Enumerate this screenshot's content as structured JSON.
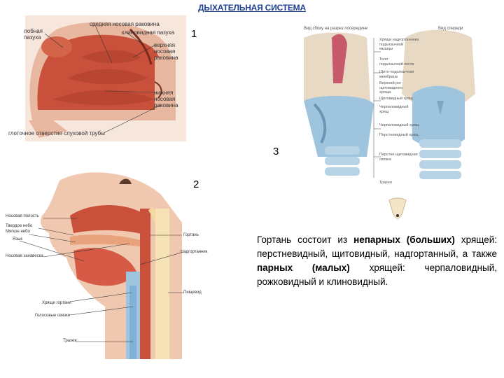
{
  "title": "ДЫХАТЕЛЬНАЯ СИСТЕМА",
  "numbers": {
    "n1": "1",
    "n2": "2",
    "n3": "3"
  },
  "fig1": {
    "labels": {
      "frontal_sinus": "лобная\nпазуха",
      "middle_concha": "средняя носовая раковина",
      "sphenoid_sinus": "клиновидная пазуха",
      "upper_concha": "верхняя\nносовая\nраковина",
      "lower_concha": "нижняя\nносовая\nраковина",
      "tube_opening": "глоточное отверстие слуховой трубы"
    }
  },
  "fig2": {
    "labels": {
      "nasal_cavity": "Носовая полость",
      "hard_palate": "Твердое небо",
      "soft_palate": "Мягкое небо",
      "tongue": "Язык",
      "nasal_curtain": "Носовая занавеска",
      "larynx": "Гортань",
      "epiglottis": "Надгортанник",
      "esophagus": "Пищевод",
      "cricoid": "Хрящи гортани",
      "vocal_cords": "Голосовые связки",
      "trachea": "Трахея"
    }
  },
  "fig3": {
    "headers": {
      "side": "Вид сбоку на разрез посередине",
      "front": "Вид спереди"
    },
    "labels": [
      "Хрящи надгортанника\nподъязычной\nмышцы",
      "Тело\nподъязычной кости",
      "Щито-подъязычная\nмембрана",
      "Верхний рог\nщитовидного\nхряща",
      "Щитовидный хрящ",
      "Черпаловидный\nхрящ",
      "Черпаловидный хрящ",
      "Перстневидный хрящ",
      "Перстне-щитовидная\nсвязка",
      "Трахея"
    ]
  },
  "paragraph": {
    "p1": "Гортань состоит из ",
    "p2": "непарных (больших)",
    "p3": " хрящей: перстневидный, щитовидный, надгортанный, а также ",
    "p4": "парных (малых)",
    "p5": " хрящей: черпаловидный, рожковидный и клиновидный."
  }
}
